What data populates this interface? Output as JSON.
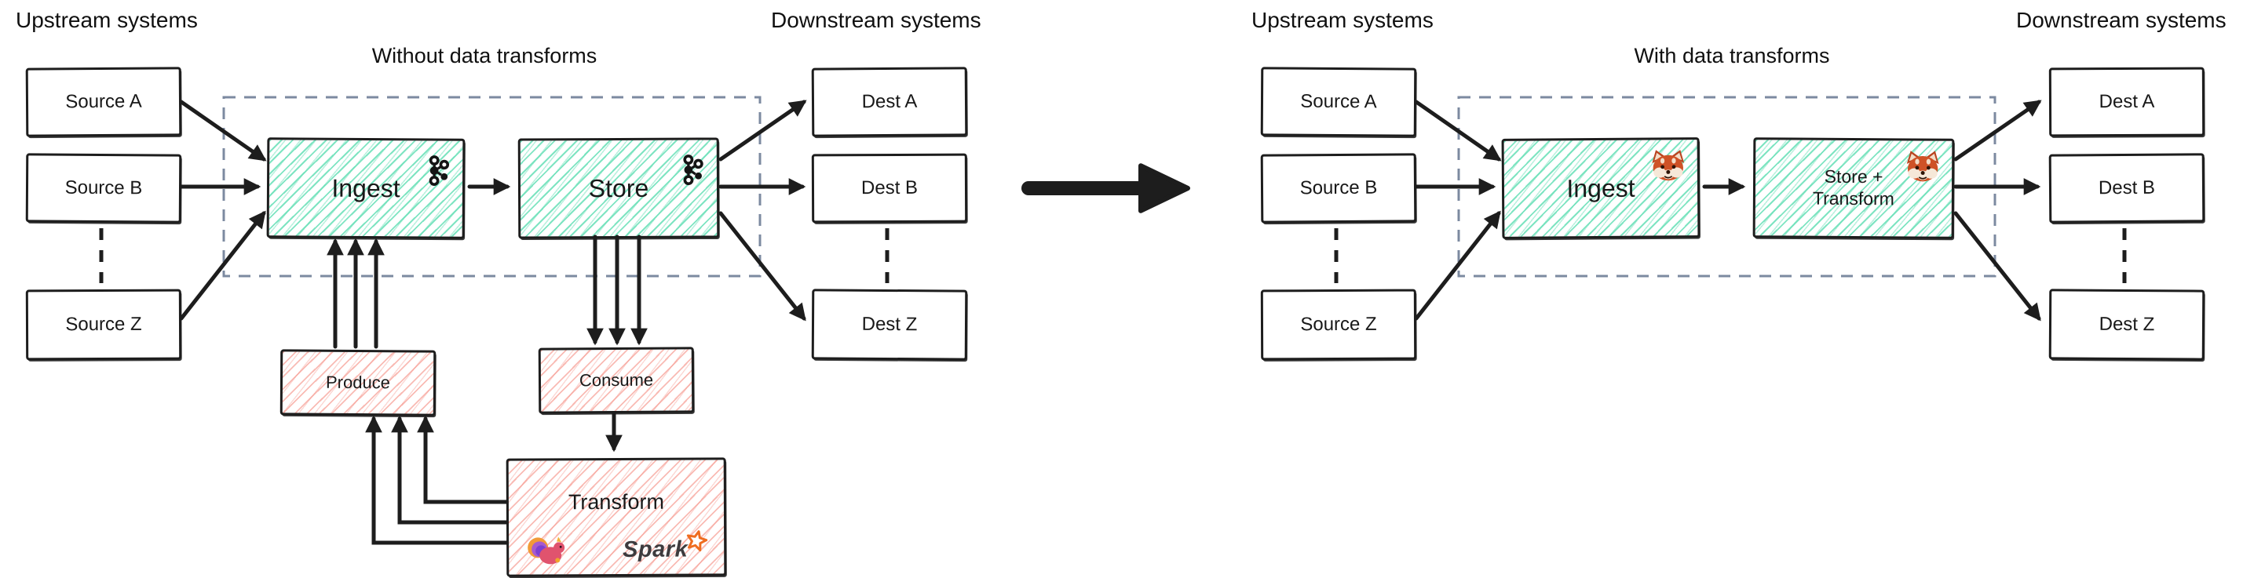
{
  "left": {
    "upstream_heading": "Upstream systems",
    "downstream_heading": "Downstream systems",
    "title": "Without data transforms",
    "sources": [
      "Source A",
      "Source B",
      "Source Z"
    ],
    "dests": [
      "Dest A",
      "Dest B",
      "Dest Z"
    ],
    "ingest_label": "Ingest",
    "store_label": "Store",
    "ingest_icon": "kafka-logo",
    "store_icon": "kafka-logo",
    "produce_label": "Produce",
    "consume_label": "Consume",
    "transform_label": "Transform",
    "transform_icons": [
      "flink-logo",
      "spark-logo"
    ],
    "spark_label": "Spark"
  },
  "right": {
    "upstream_heading": "Upstream systems",
    "downstream_heading": "Downstream systems",
    "title": "With data transforms",
    "sources": [
      "Source A",
      "Source B",
      "Source Z"
    ],
    "dests": [
      "Dest A",
      "Dest B",
      "Dest Z"
    ],
    "ingest_label": "Ingest",
    "store_transform_label": "Store +\nTransform",
    "ingest_icon": "redpanda-logo",
    "store_transform_icon": "redpanda-logo"
  },
  "colors": {
    "ink": "#1d1d1d",
    "teal_hatch": "#68e0b7",
    "red_hatch": "#f6968c",
    "dashed_boundary": "#7c8aa0",
    "spark_orange": "#ef6c1f"
  }
}
